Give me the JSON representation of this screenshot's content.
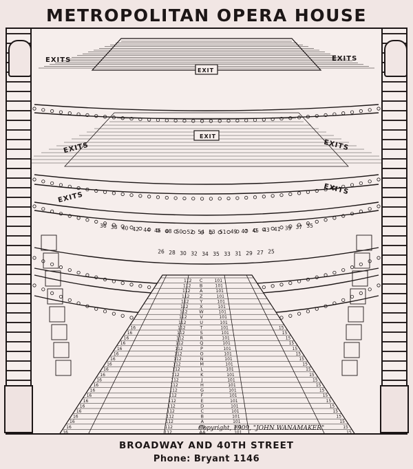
{
  "title": "METROPOLITAN OPERA HOUSE",
  "exit_label": "EXITS",
  "exit_single": "EXIT",
  "row_letters": [
    "C",
    "B",
    "A",
    "Z",
    "Y",
    "X",
    "W",
    "V",
    "U",
    "T",
    "S",
    "R",
    "Q",
    "P",
    "O",
    "N",
    "M",
    "L",
    "K",
    "J",
    "H",
    "G",
    "F",
    "E",
    "D",
    "C",
    "B",
    "A",
    "BB",
    "AA"
  ],
  "center_seat": "101",
  "left_seat": "112",
  "side_left": "16",
  "side_right": "15",
  "box_numbers": [
    "36",
    "38",
    "40",
    "42",
    "44",
    "46",
    "48",
    "50",
    "52",
    "54",
    "53",
    "51",
    "49",
    "47",
    "45",
    "43",
    "41",
    "39",
    "37",
    "35"
  ],
  "lower_box_numbers": [
    "26",
    "28",
    "30",
    "32",
    "34",
    "35",
    "33",
    "31",
    "29",
    "27",
    "25"
  ],
  "copyright": "Copyright, 1909, \"JOHN WANAMAKER\"",
  "footer": {
    "address": "BROADWAY AND 40TH STREET",
    "phone": "Phone: Bryant 1146"
  },
  "colors": {
    "ink": "#1c1616",
    "paper": "#f1e6e4"
  }
}
